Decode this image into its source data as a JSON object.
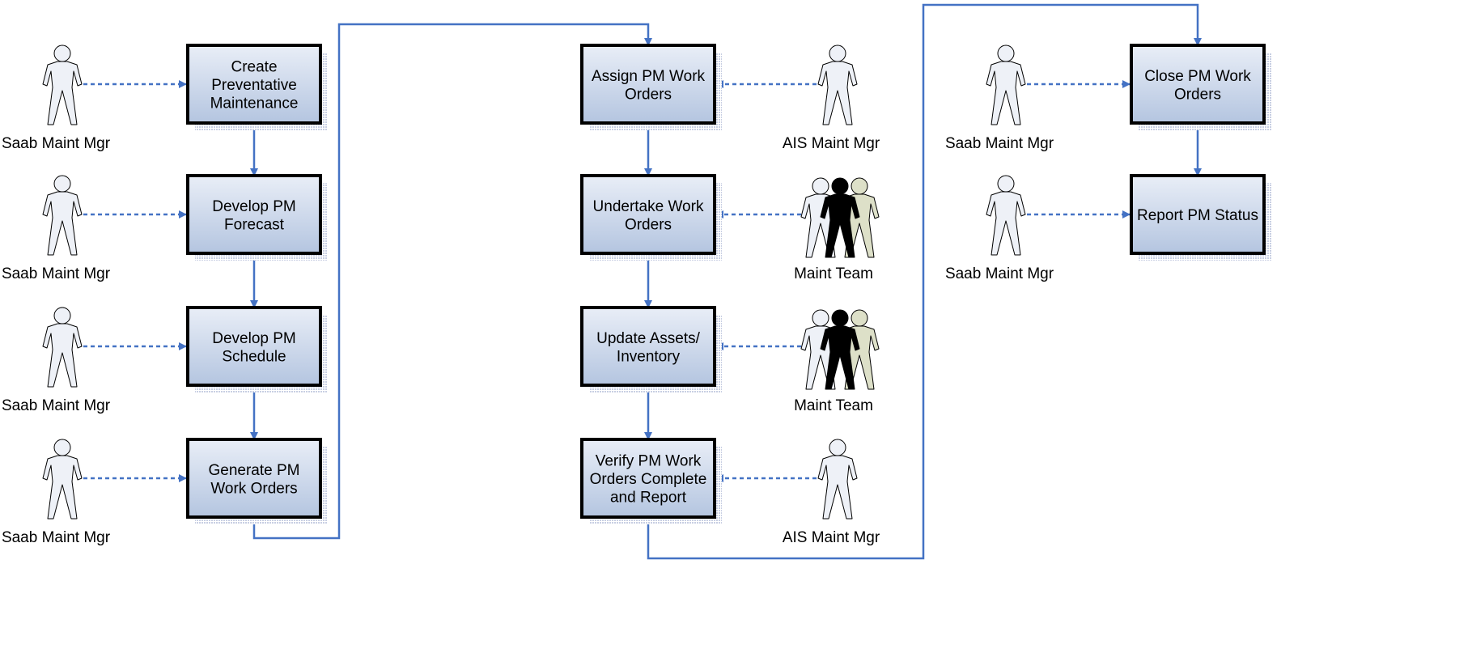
{
  "title": "",
  "colors": {
    "connector": "#4472c4",
    "box_border": "#000000",
    "box_fill_top": "#e9eef7",
    "box_fill_bottom": "#b4c5e0",
    "shadow": "#c8cfe3",
    "actor_light": "#eef1f7",
    "actor_dark": "#000000",
    "actor_tan": "#dde0c8"
  },
  "steps": [
    {
      "id": "create",
      "lines": [
        "Create",
        "Preventative",
        "Maintenance"
      ]
    },
    {
      "id": "forecast",
      "lines": [
        "Develop PM",
        "Forecast"
      ]
    },
    {
      "id": "schedule",
      "lines": [
        "Develop PM",
        "Schedule"
      ]
    },
    {
      "id": "generate",
      "lines": [
        "Generate PM",
        "Work Orders"
      ]
    },
    {
      "id": "assign",
      "lines": [
        "Assign PM Work",
        "Orders"
      ]
    },
    {
      "id": "undertake",
      "lines": [
        "Undertake Work",
        "Orders"
      ]
    },
    {
      "id": "update",
      "lines": [
        "Update Assets/",
        "Inventory"
      ]
    },
    {
      "id": "verify",
      "lines": [
        "Verify PM Work",
        "Orders Complete",
        "and Report"
      ]
    },
    {
      "id": "close",
      "lines": [
        "Close PM Work",
        "Orders"
      ]
    },
    {
      "id": "report",
      "lines": [
        "Report PM Status"
      ]
    }
  ],
  "actors": [
    {
      "step": "create",
      "label": "Saab Maint Mgr",
      "type": "single"
    },
    {
      "step": "forecast",
      "label": "Saab Maint Mgr",
      "type": "single"
    },
    {
      "step": "schedule",
      "label": "Saab Maint Mgr",
      "type": "single"
    },
    {
      "step": "generate",
      "label": "Saab Maint Mgr",
      "type": "single"
    },
    {
      "step": "assign",
      "label": "AIS Maint Mgr",
      "type": "single"
    },
    {
      "step": "undertake",
      "label": "Maint Team",
      "type": "team"
    },
    {
      "step": "update",
      "label": "Maint Team",
      "type": "team"
    },
    {
      "step": "verify",
      "label": "AIS Maint Mgr",
      "type": "single"
    },
    {
      "step": "close",
      "label": "Saab Maint Mgr",
      "type": "single"
    },
    {
      "step": "report",
      "label": "Saab Maint Mgr",
      "type": "single"
    }
  ],
  "flows": [
    [
      "create",
      "forecast"
    ],
    [
      "forecast",
      "schedule"
    ],
    [
      "schedule",
      "generate"
    ],
    [
      "generate",
      "assign"
    ],
    [
      "assign",
      "undertake"
    ],
    [
      "undertake",
      "update"
    ],
    [
      "update",
      "verify"
    ],
    [
      "verify",
      "close"
    ],
    [
      "close",
      "report"
    ]
  ]
}
